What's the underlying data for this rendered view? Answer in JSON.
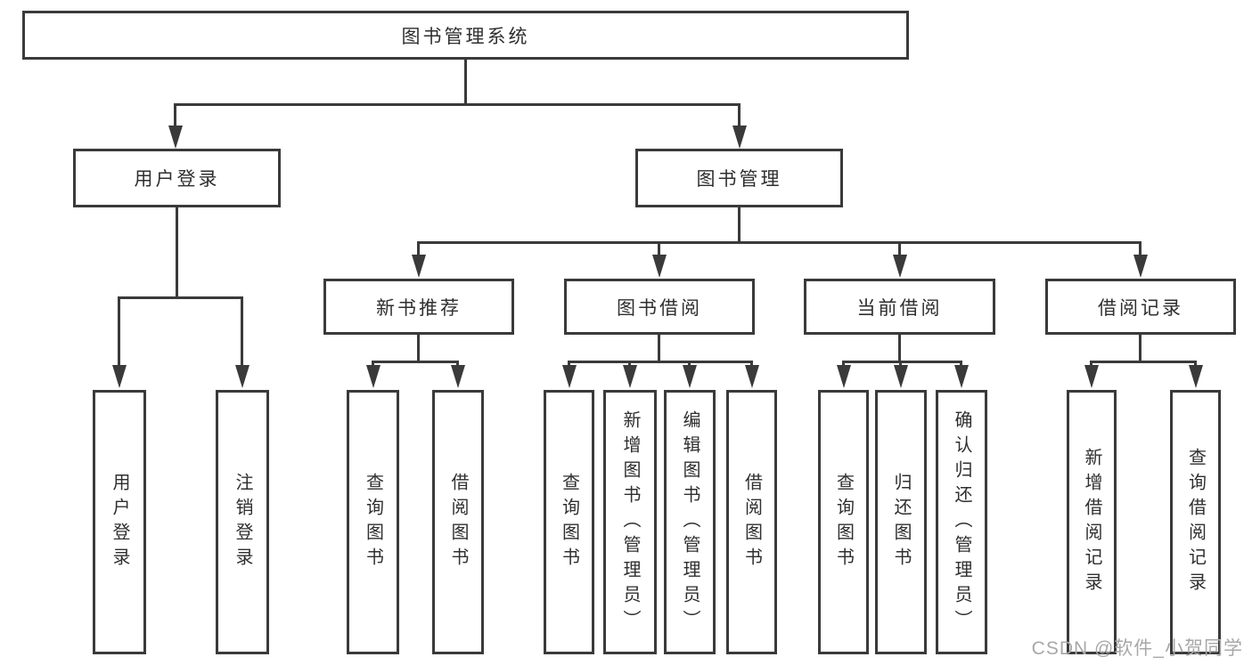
{
  "tree": {
    "root": "图书管理系统",
    "user_login": {
      "label": "用户登录",
      "children": [
        "用户登录",
        "注销登录"
      ]
    },
    "book_mgmt": {
      "label": "图书管理",
      "sections": [
        {
          "label": "新书推荐",
          "children": [
            "查询图书",
            "借阅图书"
          ]
        },
        {
          "label": "图书借阅",
          "children": [
            "查询图书",
            "新增图书（管理员）",
            "编辑图书（管理员）",
            "借阅图书"
          ]
        },
        {
          "label": "当前借阅",
          "children": [
            "查询图书",
            "归还图书",
            "确认归还（管理员）"
          ]
        },
        {
          "label": "借阅记录",
          "children": [
            "新增借阅记录",
            "查询借阅记录"
          ]
        }
      ]
    }
  },
  "watermark": "CSDN @软件_小贺同学",
  "colors": {
    "line": "#3a3a3a",
    "text": "#2f2f2f",
    "background": "#ffffff",
    "watermark": "#a8a8a8"
  }
}
